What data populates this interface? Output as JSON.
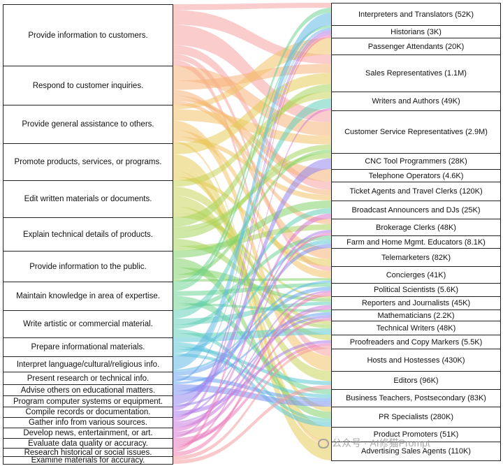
{
  "tasks": [
    "Provide information to customers.",
    "Respond to customer inquiries.",
    "Provide general assistance to others.",
    "Promote products, services, or programs.",
    "Edit written materials or documents.",
    "Explain technical details of products.",
    "Provide information to the public.",
    "Maintain knowledge in area of expertise.",
    "Write artistic or commercial material.",
    "Prepare informational materials.",
    "Interpret language/cultural/religious info.",
    "Present research or technical info.",
    "Advise others on educational matters.",
    "Program computer systems or equipment.",
    "Compile records or documentation.",
    "Gather info from various sources.",
    "Develop news, entertainment, or art.",
    "Evaluate data quality or accuracy.",
    "Research historical or social issues.",
    "Examine materials for accuracy."
  ],
  "occupations": [
    "Interpreters and Translators (52K)",
    "Historians (3K)",
    "Passenger Attendants (20K)",
    "Sales Representatives (1.1M)",
    "Writers and Authors (49K)",
    "Customer Service Representatives (2.9M)",
    "CNC Tool Programmers (28K)",
    "Telephone Operators (4.6K)",
    "Ticket Agents and Travel Clerks (120K)",
    "Broadcast Announcers and DJs (25K)",
    "Brokerage Clerks (48K)",
    "Farm and Home Mgmt. Educators (8.1K)",
    "Telemarketers (82K)",
    "Concierges (41K)",
    "Political Scientists (5.6K)",
    "Reporters and Journalists (45K)",
    "Mathematicians (2.2K)",
    "Technical Writers (48K)",
    "Proofreaders and Copy Markers (5.5K)",
    "Hosts and Hostesses (430K)",
    "Editors (96K)",
    "Business Teachers, Postsecondary (83K)",
    "PR Specialists (280K)",
    "Product Promoters (51K)",
    "Advertising Sales Agents (110K)"
  ],
  "flow_colors": [
    "#f7a2a2",
    "#f5b27a",
    "#f2c26a",
    "#e3cc5a",
    "#c9d45a",
    "#a9d65e",
    "#84d46c",
    "#6fd394",
    "#62d0b8",
    "#5fc9d6",
    "#63b9e6",
    "#6aa5ee",
    "#7d93f0",
    "#9487ef",
    "#ad7fe9",
    "#c47ade",
    "#d97ad0",
    "#e77cbe",
    "#f07fae",
    "#f39aa0"
  ],
  "watermark": "公众号 · AI修猫Prompt"
}
